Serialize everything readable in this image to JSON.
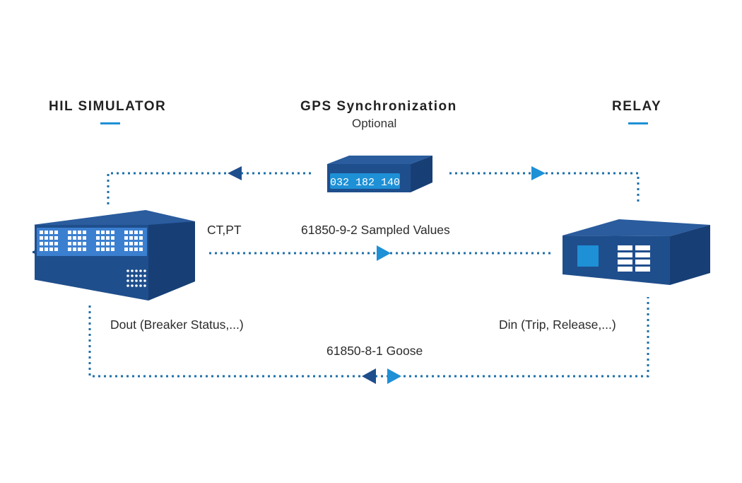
{
  "titles": {
    "hil": "HIL SIMULATOR",
    "gps": "GPS Synchronization",
    "gps_sub": "Optional",
    "relay": "RELAY"
  },
  "gps_display": "032 182 140",
  "labels": {
    "ctpt": "CT,PT",
    "sampled": "61850-9-2 Sampled Values",
    "dout": "Dout (Breaker Status,...)",
    "din": "Din (Trip, Release,...)",
    "goose": "61850-8-1 Goose"
  },
  "colors": {
    "navy": "#1f4e8c",
    "dark_navy": "#173f76",
    "accent": "#1e90d6",
    "line": "#1e6fa8"
  }
}
